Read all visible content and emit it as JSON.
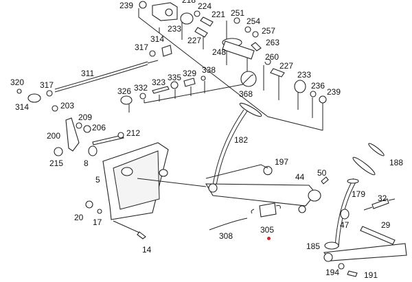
{
  "diagram": {
    "title": "Pedal assembly exploded parts diagram",
    "marker_color": "#e02020",
    "labels": {
      "p239a": "239",
      "p218": "218",
      "p224": "224",
      "p221": "221",
      "p251": "251",
      "p254": "254",
      "p257": "257",
      "p263": "263",
      "p233a": "233",
      "p227a": "227",
      "p248": "248",
      "p314a": "314",
      "p317a": "317",
      "p260": "260",
      "p227b": "227",
      "p233b": "233",
      "p236": "236",
      "p239b": "239",
      "p311": "311",
      "p320": "320",
      "p317b": "317",
      "p314b": "314",
      "p203": "203",
      "p326": "326",
      "p332": "332",
      "p323": "323",
      "p335": "335",
      "p329": "329",
      "p338": "338",
      "p368": "368",
      "p209": "209",
      "p206": "206",
      "p200": "200",
      "p212": "212",
      "p215": "215",
      "p8": "8",
      "p182": "182",
      "p197": "197",
      "p188": "188",
      "p5": "5",
      "p50": "50",
      "p44": "44",
      "p179": "179",
      "p32": "32",
      "p20": "20",
      "p17": "17",
      "p305": "305",
      "p47": "47",
      "p29": "29",
      "p308": "308",
      "p14": "14",
      "p185": "185",
      "p194": "194",
      "p191": "191"
    }
  }
}
